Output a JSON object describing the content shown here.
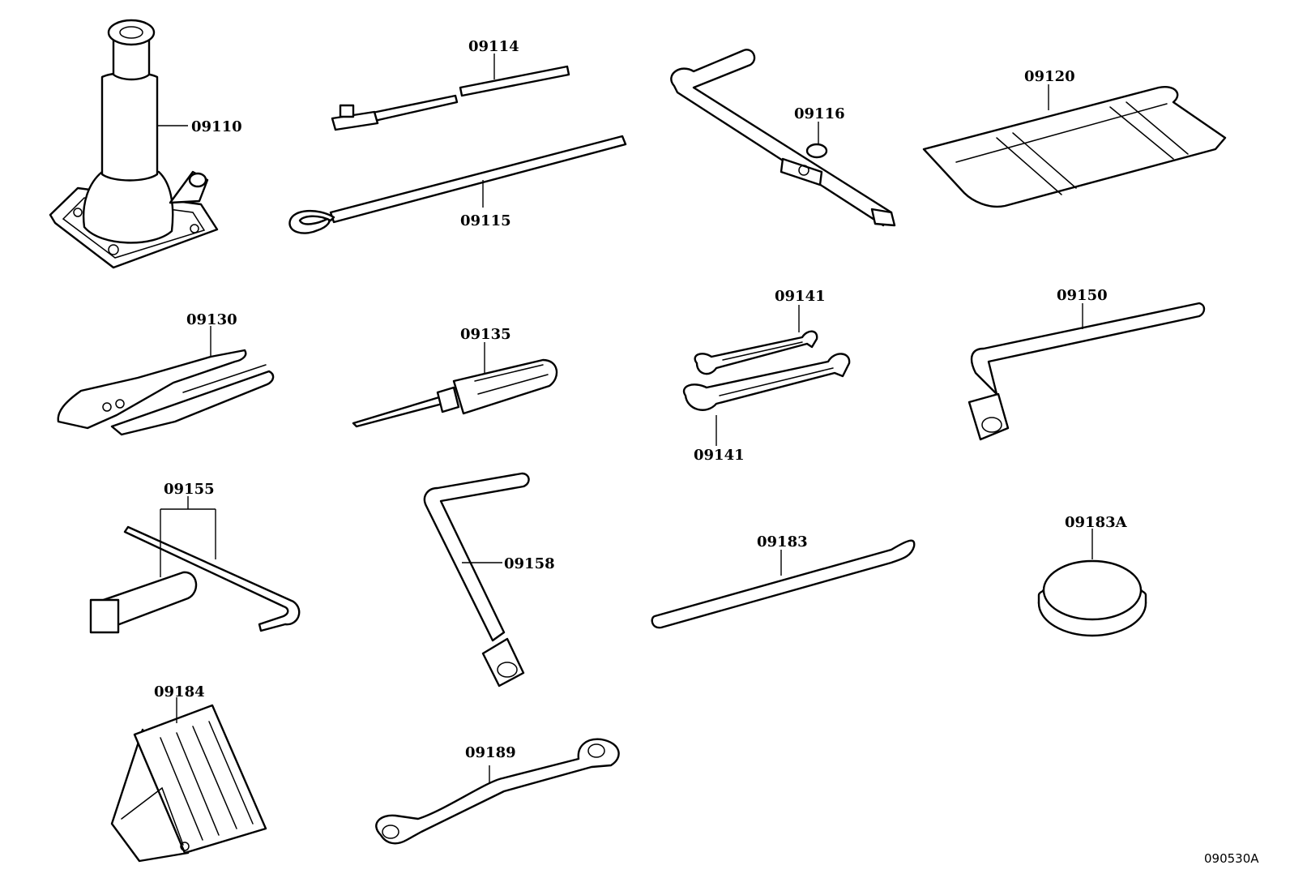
{
  "parts": [
    {
      "id": "jack",
      "label": "09110"
    },
    {
      "id": "jack-handle-extension",
      "label": "09114"
    },
    {
      "id": "jack-handle",
      "label": "09115"
    },
    {
      "id": "wheel-nut-wrench",
      "label": "09116"
    },
    {
      "id": "tool-bag",
      "label": "09120"
    },
    {
      "id": "pliers",
      "label": "09130"
    },
    {
      "id": "screwdriver",
      "label": "09135"
    },
    {
      "id": "wrench-small",
      "label": "09141"
    },
    {
      "id": "wrench-large",
      "label": "09141"
    },
    {
      "id": "l-wrench",
      "label": "09150"
    },
    {
      "id": "plug-wrench-set",
      "label": "09155"
    },
    {
      "id": "l-socket-wrench",
      "label": "09158"
    },
    {
      "id": "tire-lever",
      "label": "09183"
    },
    {
      "id": "cap",
      "label": "09183A"
    },
    {
      "id": "wheel-chock",
      "label": "09184"
    },
    {
      "id": "ring-wrench",
      "label": "09189"
    }
  ],
  "diagram_ref": "090530A"
}
